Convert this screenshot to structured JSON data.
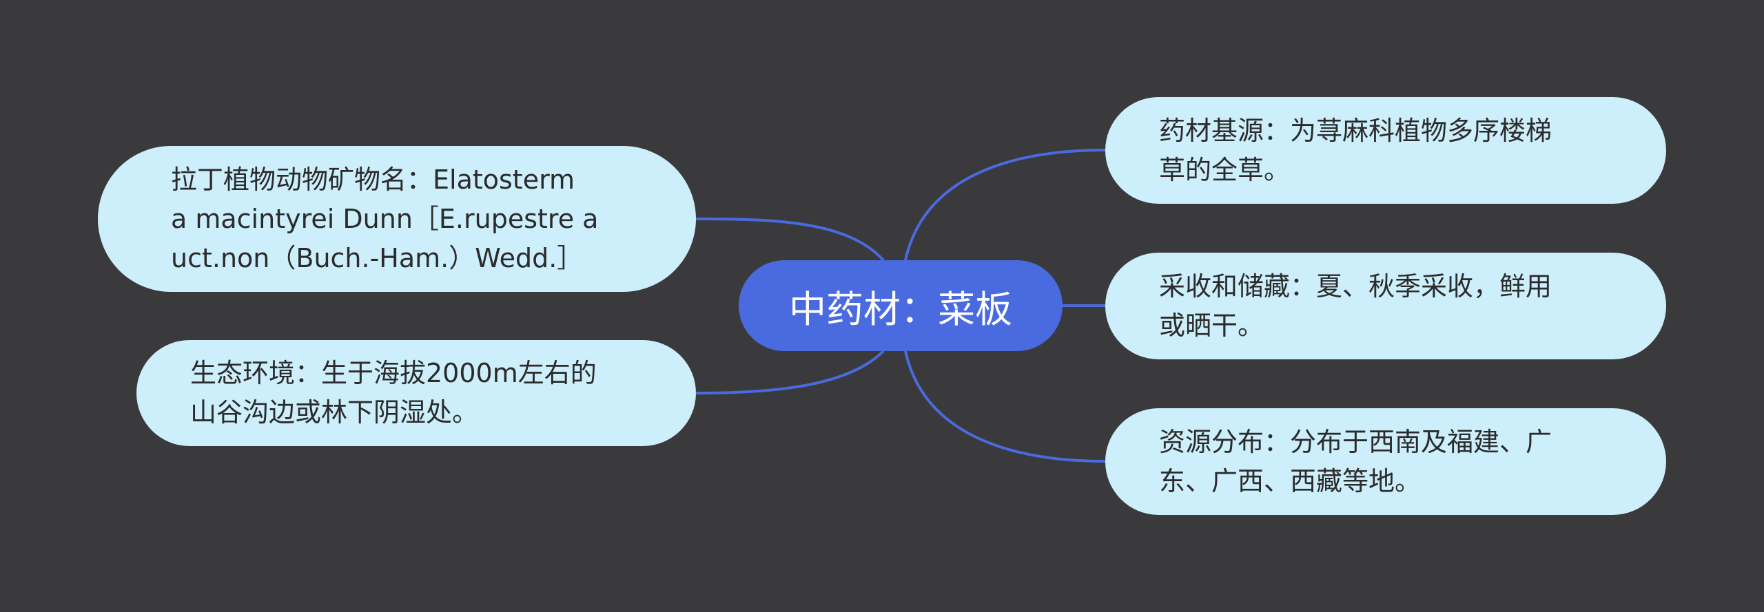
{
  "colors": {
    "background": "#3a393b",
    "center_fill": "#4a6be0",
    "node_fill": "#cdeefb",
    "connector": "#4a6be0"
  },
  "center": {
    "label": "中药材：菜板"
  },
  "nodes": {
    "latin": {
      "lines": [
        "拉丁植物动物矿物名：Elatosterm",
        "a macintyrei Dunn［E.rupestre a",
        "uct.non（Buch.-Ham.）Wedd.］"
      ]
    },
    "eco": {
      "lines": [
        "生态环境：生于海拔2000m左右的",
        "山谷沟边或林下阴湿处。"
      ]
    },
    "source": {
      "lines": [
        "药材基源：为荨麻科植物多序楼梯",
        "草的全草。"
      ]
    },
    "harvest": {
      "lines": [
        "采收和储藏：夏、秋季采收，鲜用",
        "或晒干。"
      ]
    },
    "distribution": {
      "lines": [
        "资源分布：分布于西南及福建、广",
        "东、广西、西藏等地。"
      ]
    }
  }
}
